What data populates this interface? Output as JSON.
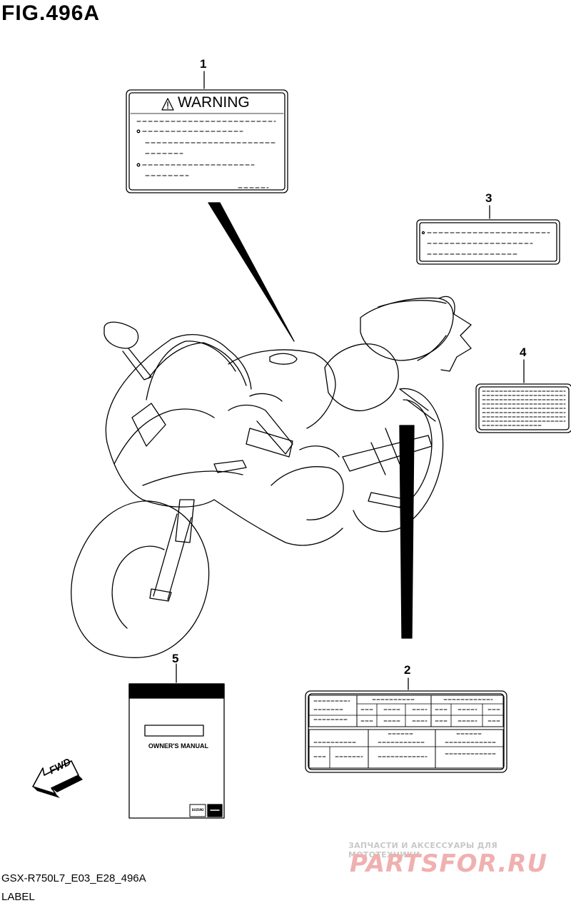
{
  "figure": {
    "title": "FIG.496A",
    "code": "GSX-R750L7_E03_E28_496A",
    "caption": "LABEL"
  },
  "callouts": [
    "1",
    "2",
    "3",
    "4",
    "5"
  ],
  "warning_label": {
    "heading": "WARNING"
  },
  "manual": {
    "title": "OWNER'S MANUAL",
    "brand_mark": "SUZUKI"
  },
  "direction_marker": {
    "text": "FWD"
  },
  "watermark": {
    "tagline": "ЗАПЧАСТИ И АКСЕССУАРЫ ДЛЯ МОТОТЕХНИКИ",
    "logo": "PARTSFOR.RU"
  }
}
